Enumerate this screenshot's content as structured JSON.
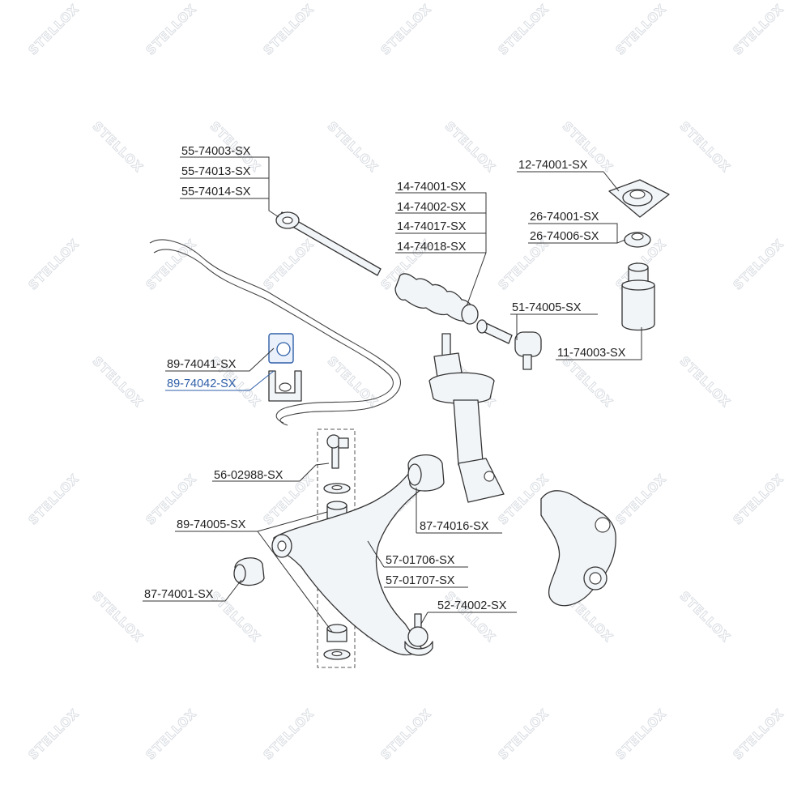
{
  "watermark": {
    "text": "STELLOX"
  },
  "colors": {
    "highlight": "#2f5fa8",
    "line": "#333333",
    "watermark": "#d9dde2"
  },
  "labels": {
    "tie_rod_1": "55-74003-SX",
    "tie_rod_2": "55-74013-SX",
    "tie_rod_3": "55-74014-SX",
    "boot_1": "14-74001-SX",
    "boot_2": "14-74002-SX",
    "boot_3": "14-74017-SX",
    "boot_4": "14-74018-SX",
    "strut_mount": "12-74001-SX",
    "bearing_1": "26-74001-SX",
    "bearing_2": "26-74006-SX",
    "tie_rod_end": "51-74005-SX",
    "dust_cover": "11-74003-SX",
    "stab_bushing_1": "89-74041-SX",
    "stab_bushing_2": "89-74042-SX",
    "stab_link": "56-02988-SX",
    "arm_bushing_rear": "87-74016-SX",
    "link_bushing": "89-74005-SX",
    "lower_arm_1": "57-01706-SX",
    "lower_arm_2": "57-01707-SX",
    "arm_bushing_front": "87-74001-SX",
    "ball_joint": "52-74002-SX"
  }
}
